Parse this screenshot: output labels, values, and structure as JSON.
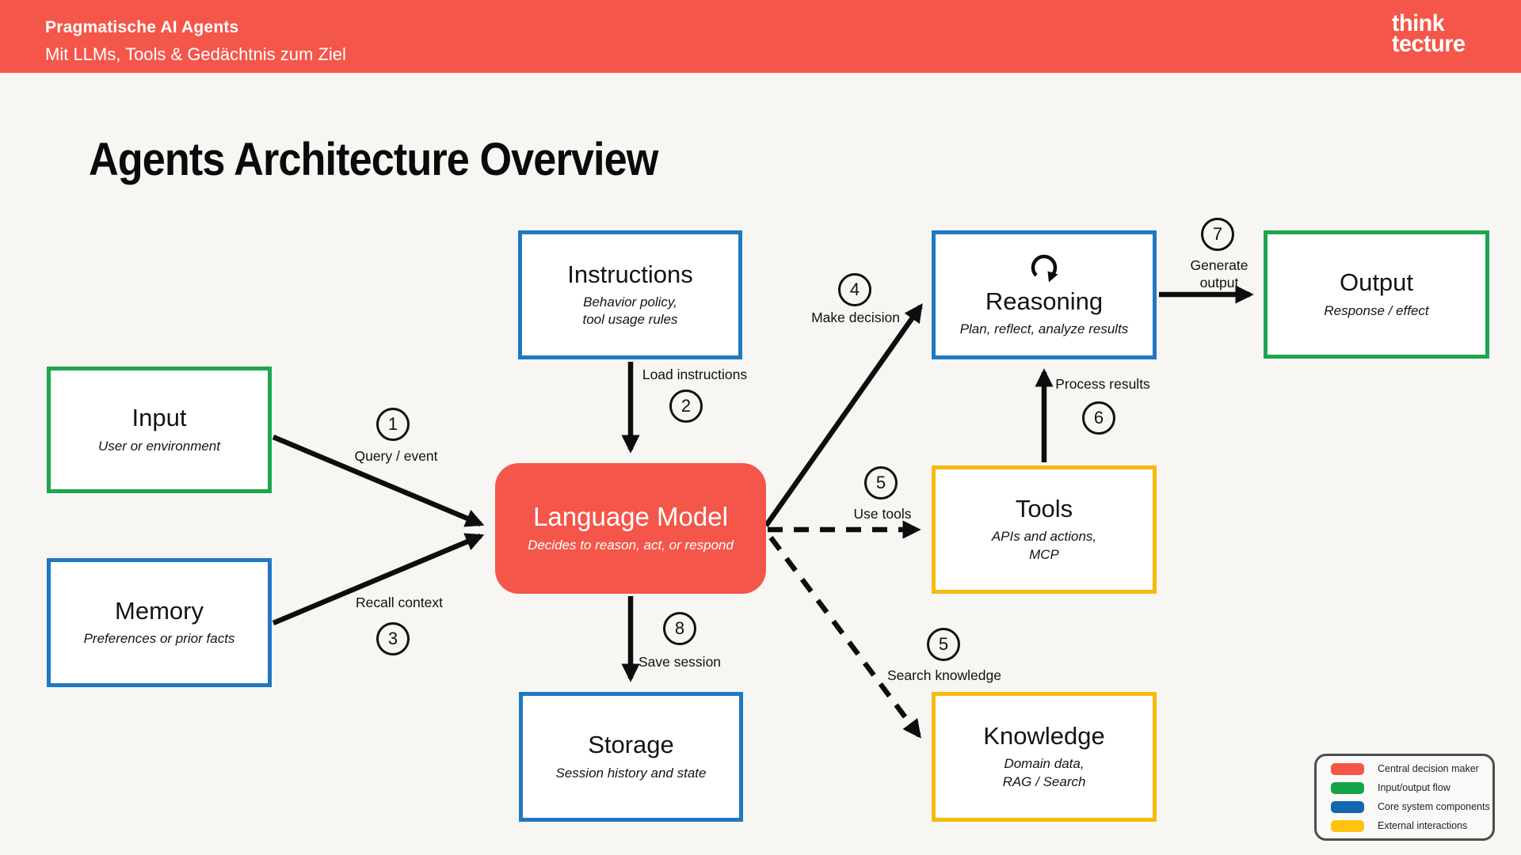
{
  "header": {
    "title": "Pragmatische AI Agents",
    "subtitle": "Mit LLMs, Tools & Gedächtnis zum Ziel",
    "logo_line1": "think",
    "logo_line2": "tecture"
  },
  "page_title": "Agents Architecture Overview",
  "colors": {
    "red": "#F4564A",
    "green": "#1CA64D",
    "blue": "#1E79C2",
    "yellow": "#F5BB0C",
    "background": "#F7F6F3",
    "ink": "#101010"
  },
  "nodes": {
    "instructions": {
      "title": "Instructions",
      "subtitle": "Behavior policy,\ntool usage rules"
    },
    "input": {
      "title": "Input",
      "subtitle": "User or environment"
    },
    "memory": {
      "title": "Memory",
      "subtitle": "Preferences or prior facts"
    },
    "language_model": {
      "title": "Language Model",
      "subtitle": "Decides to reason, act, or respond"
    },
    "reasoning": {
      "title": "Reasoning",
      "subtitle": "Plan, reflect, analyze results"
    },
    "tools": {
      "title": "Tools",
      "subtitle": "APIs and actions,\nMCP"
    },
    "output": {
      "title": "Output",
      "subtitle": "Response / effect"
    },
    "storage": {
      "title": "Storage",
      "subtitle": "Session history and state"
    },
    "knowledge": {
      "title": "Knowledge",
      "subtitle": "Domain data,\nRAG / Search"
    }
  },
  "flows": {
    "query_event": {
      "num": "1",
      "label": "Query / event"
    },
    "load_instructions": {
      "num": "2",
      "label": "Load instructions"
    },
    "recall_context": {
      "num": "3",
      "label": "Recall context"
    },
    "make_decision": {
      "num": "4",
      "label": "Make decision"
    },
    "use_tools": {
      "num": "5",
      "label": "Use tools"
    },
    "search_knowledge": {
      "num": "5",
      "label": "Search knowledge"
    },
    "process_results": {
      "num": "6",
      "label": "Process results"
    },
    "generate_output": {
      "num": "7",
      "label": "Generate output"
    },
    "save_session": {
      "num": "8",
      "label": "Save session"
    }
  },
  "legend": {
    "items": [
      {
        "color": "#F4564A",
        "label": "Central decision maker"
      },
      {
        "color": "#17A34A",
        "label": "Input/output flow"
      },
      {
        "color": "#1366B0",
        "label": "Core system components"
      },
      {
        "color": "#FFC20E",
        "label": "External interactions"
      }
    ]
  }
}
